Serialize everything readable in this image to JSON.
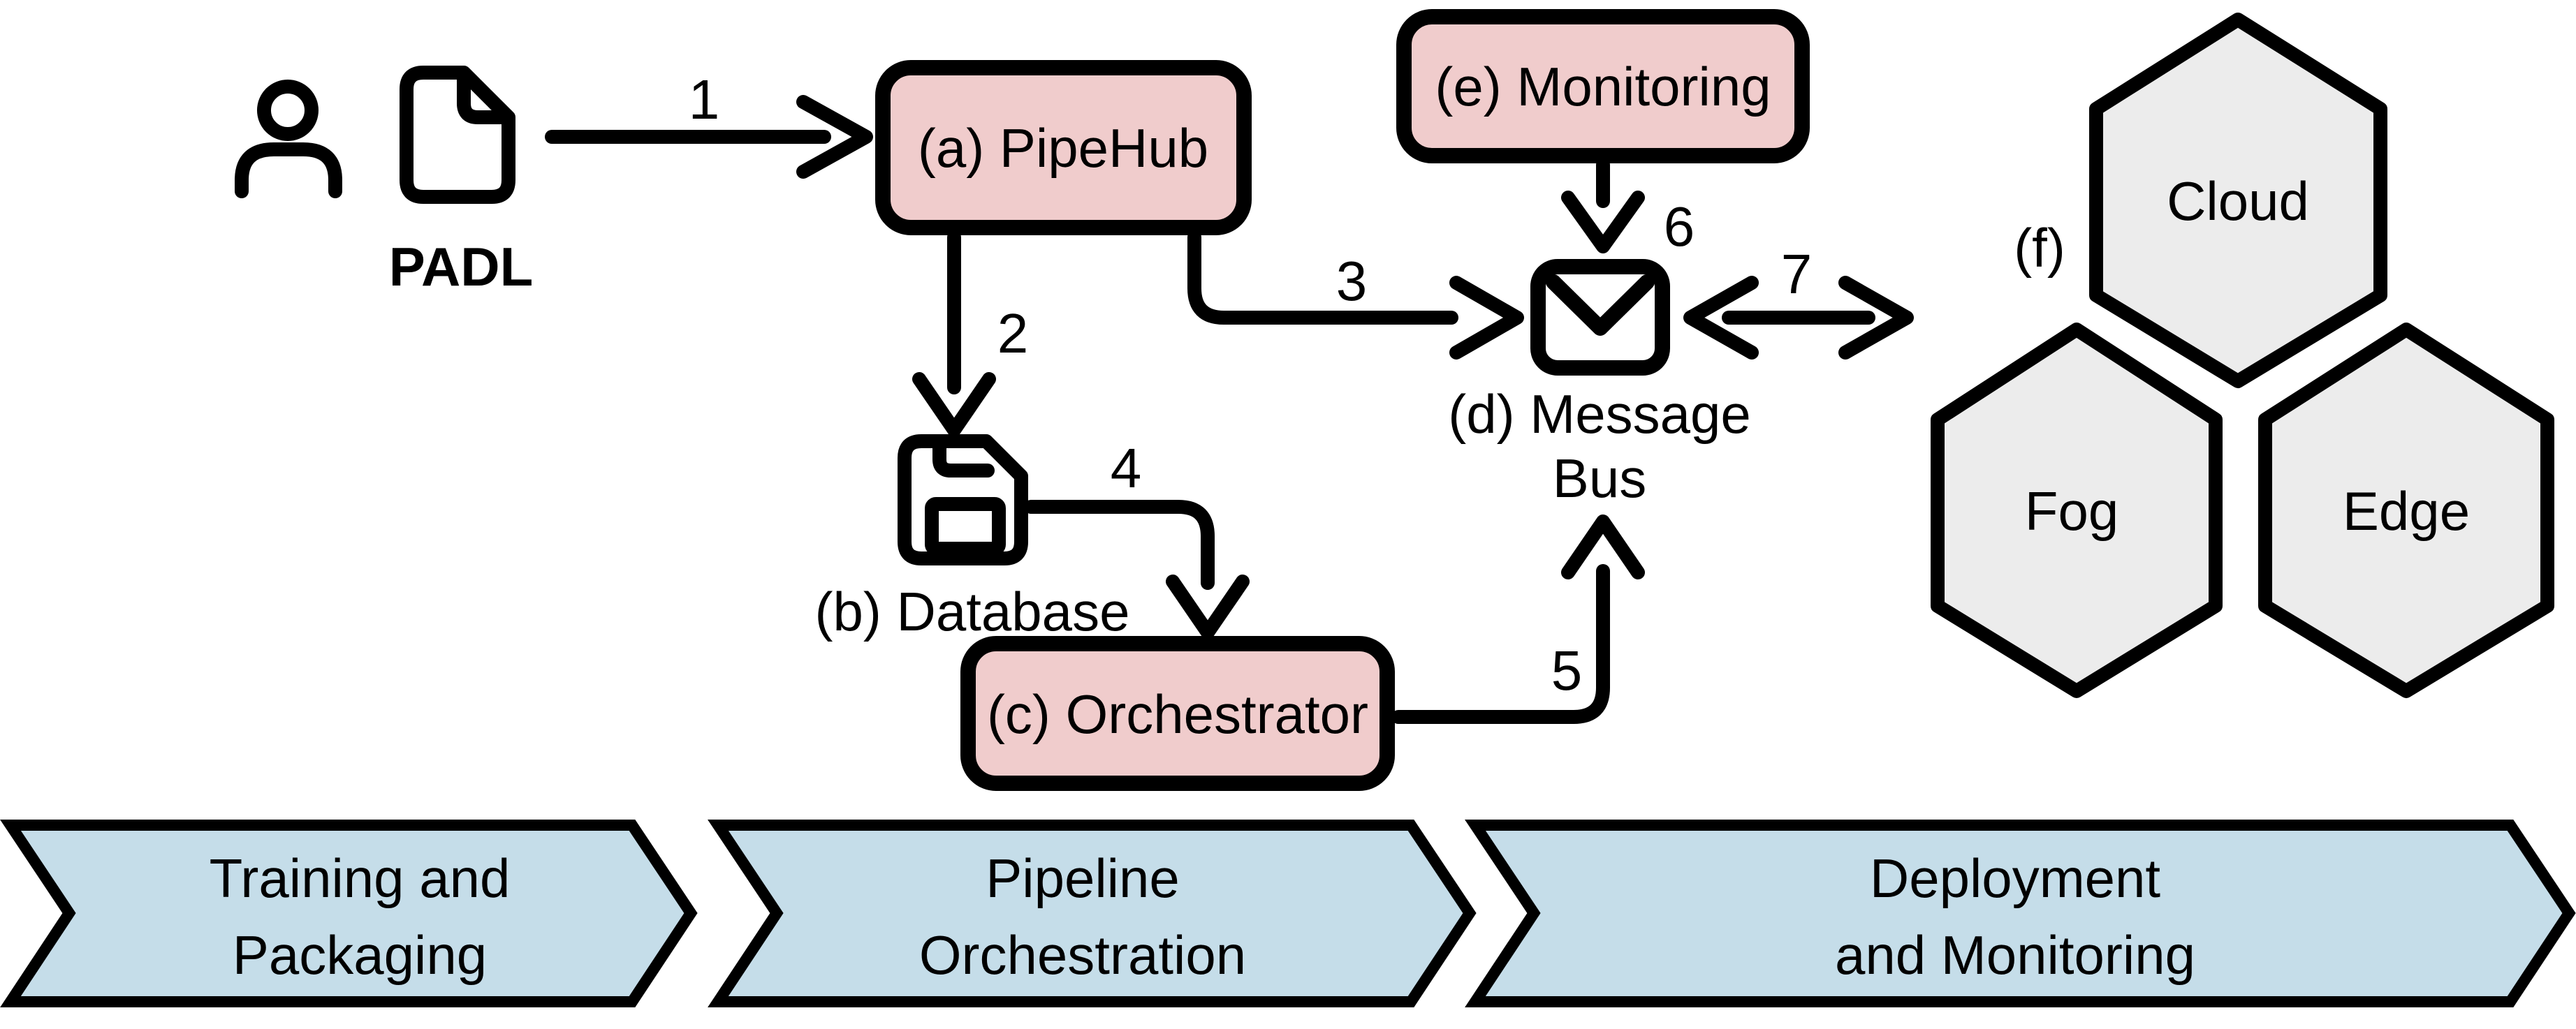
{
  "colors": {
    "node_fill": "#f0cccc",
    "phase_fill": "#c5dde9",
    "hex_fill": "#ececec",
    "line": "#000000"
  },
  "actor": {
    "document_label": "PADL"
  },
  "nodes": {
    "pipehub": {
      "label": "(a) PipeHub"
    },
    "database": {
      "label": "(b) Database"
    },
    "orchestrator": {
      "label": "(c) Orchestrator"
    },
    "message_bus": {
      "label_line1": "(d) Message",
      "label_line2": "Bus"
    },
    "monitoring": {
      "label": "(e) Monitoring"
    },
    "deployment_targets": {
      "group_label": "(f)",
      "hexagons": [
        {
          "label": "Cloud"
        },
        {
          "label": "Fog"
        },
        {
          "label": "Edge"
        }
      ]
    }
  },
  "edges": [
    {
      "label": "1",
      "from": "PADL",
      "to": "PipeHub"
    },
    {
      "label": "2",
      "from": "PipeHub",
      "to": "Database"
    },
    {
      "label": "3",
      "from": "PipeHub",
      "to": "Message Bus"
    },
    {
      "label": "4",
      "from": "Database",
      "to": "Orchestrator"
    },
    {
      "label": "5",
      "from": "Orchestrator",
      "to": "Message Bus"
    },
    {
      "label": "6",
      "from": "Monitoring",
      "to": "Message Bus"
    },
    {
      "label": "7",
      "from": "Message Bus",
      "to": "Deployment targets",
      "bidirectional": true
    }
  ],
  "phases": [
    {
      "line1": "Training and",
      "line2": "Packaging"
    },
    {
      "line1": "Pipeline",
      "line2": "Orchestration"
    },
    {
      "line1": "Deployment",
      "line2": "and Monitoring"
    }
  ]
}
